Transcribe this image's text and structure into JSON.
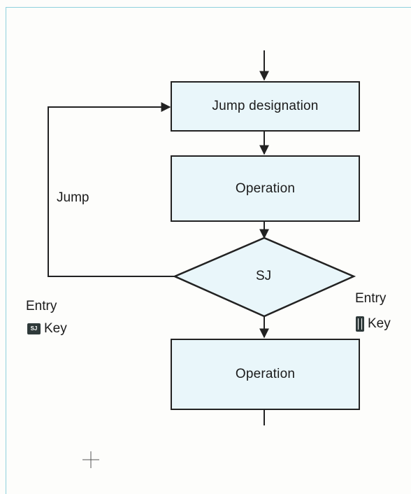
{
  "diagram": {
    "box1_label": "Jump designation",
    "box2_label": "Operation",
    "decision_label": "SJ",
    "box3_label": "Operation",
    "loop_label": "Jump",
    "left_entry": {
      "title": "Entry",
      "key_icon": "SJ",
      "key_label": "Key"
    },
    "right_entry": {
      "title": "Entry",
      "key_icon": "start-key-icon",
      "key_label": "Key"
    }
  },
  "colors": {
    "box_fill": "#e9f6fa",
    "stroke": "#222222",
    "page_border": "#8fd1dd"
  }
}
